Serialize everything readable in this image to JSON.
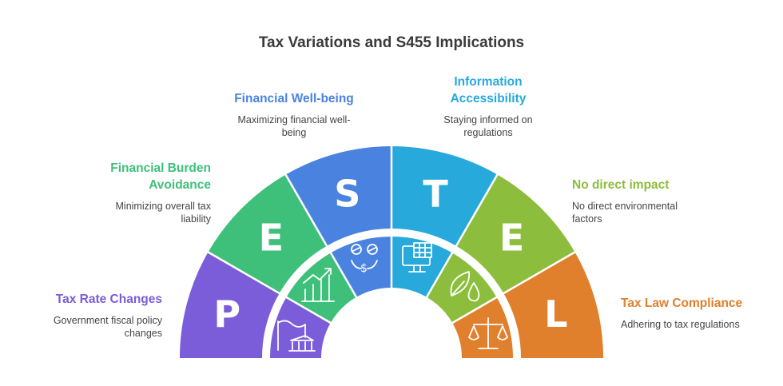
{
  "title": "Tax Variations and S455 Implications",
  "segments": [
    {
      "letter": "P",
      "heading": "Tax Rate Changes",
      "description": "Government fiscal policy changes",
      "color": "#7b5cd9",
      "icon": "government-building-icon"
    },
    {
      "letter": "E",
      "heading": "Financial Burden Avoidance",
      "description": "Minimizing overall tax liability",
      "color": "#3ec07b",
      "icon": "growth-chart-icon"
    },
    {
      "letter": "S",
      "heading": "Financial Well-being",
      "description": "Maximizing financial well-being",
      "color": "#4a82e0",
      "icon": "people-money-icon"
    },
    {
      "letter": "T",
      "heading": "Information Accessibility",
      "description": "Staying informed on regulations",
      "color": "#27a9dc",
      "icon": "monitor-spreadsheet-icon"
    },
    {
      "letter": "E",
      "heading": "No direct impact",
      "description": "No direct environmental factors",
      "color": "#8dbd3c",
      "icon": "leaf-drop-icon"
    },
    {
      "letter": "L",
      "heading": "Tax Law Compliance",
      "description": "Adhering to tax regulations",
      "color": "#e07f2c",
      "icon": "balance-scale-icon"
    }
  ]
}
